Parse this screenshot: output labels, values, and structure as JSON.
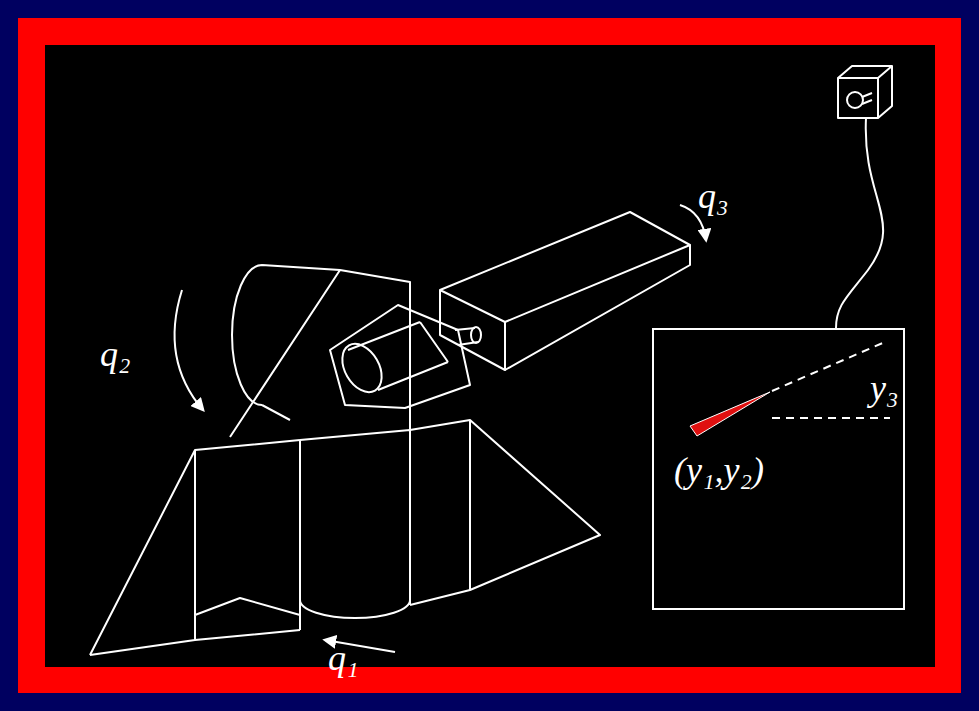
{
  "diagram": {
    "nodes": [
      {
        "text": [
          "y₃",
          "(y₁,y₂)"
        ]
      }
    ],
    "labels": [
      "q₃",
      "q₂",
      "q₁"
    ]
  }
}
